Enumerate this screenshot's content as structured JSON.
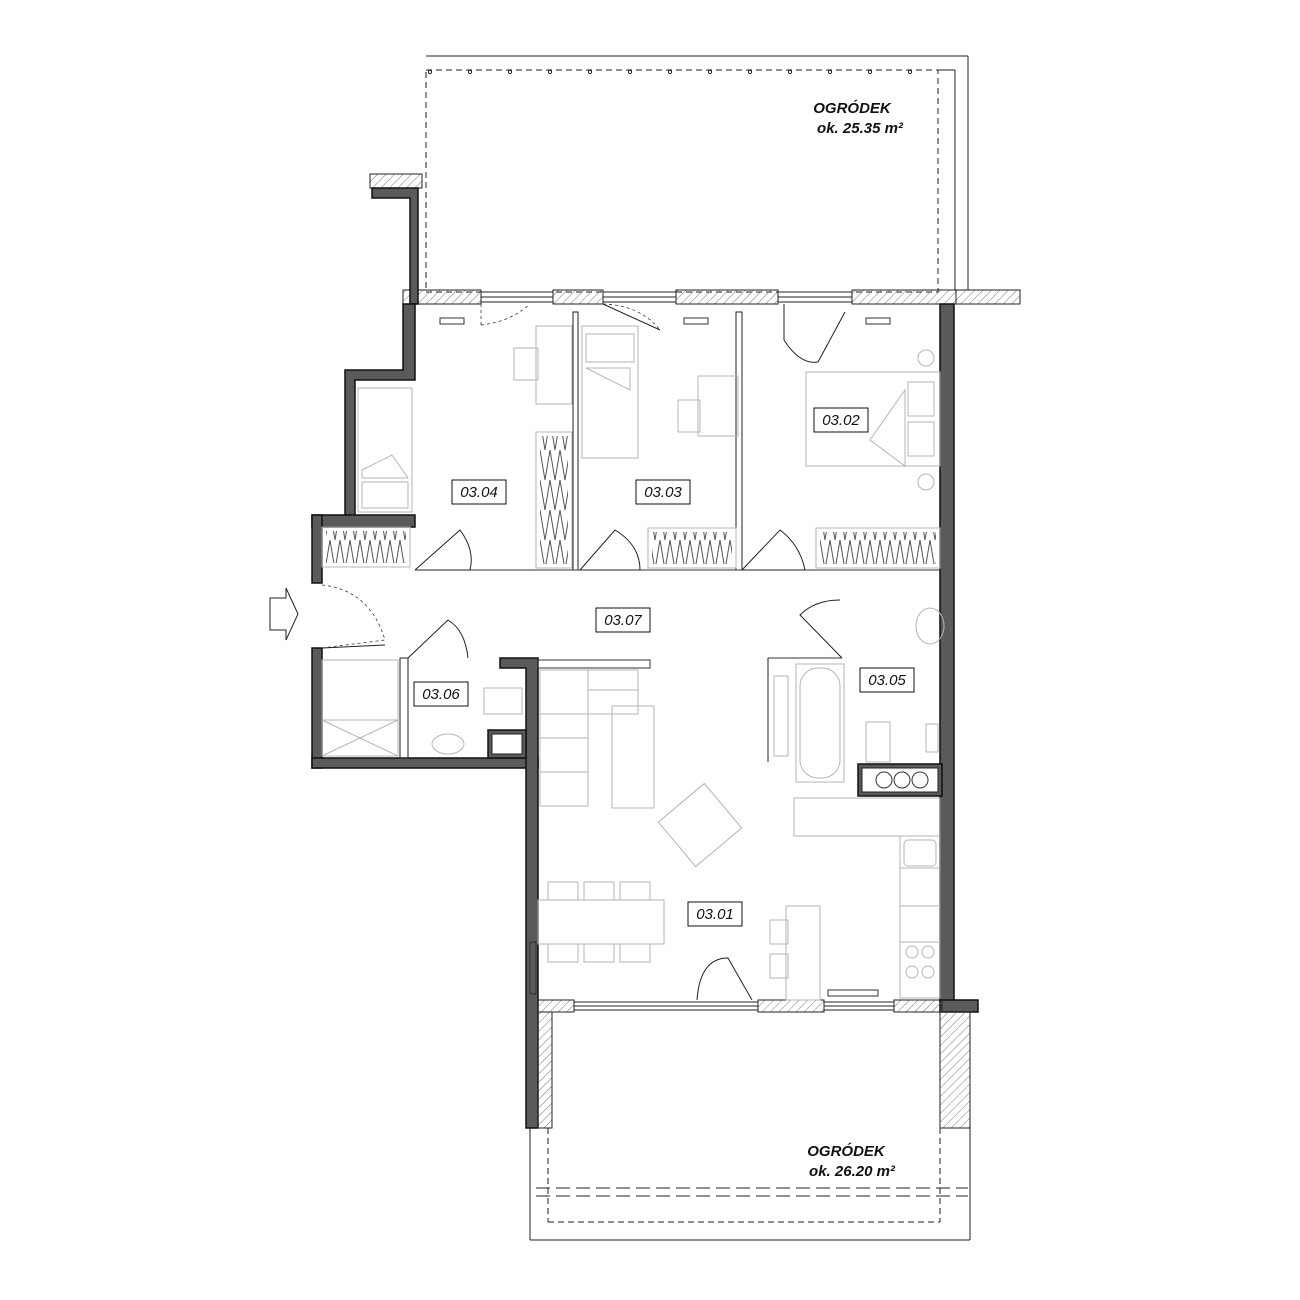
{
  "rooms": [
    {
      "id": "03.01"
    },
    {
      "id": "03.02"
    },
    {
      "id": "03.03"
    },
    {
      "id": "03.04"
    },
    {
      "id": "03.05"
    },
    {
      "id": "03.06"
    },
    {
      "id": "03.07"
    }
  ],
  "gardens": {
    "north": {
      "name": "OGRÓDEK",
      "area": "ok. 25.35 m²"
    },
    "south": {
      "name": "OGRÓDEK",
      "area": "ok. 26.20 m²"
    }
  },
  "colors": {
    "wall": "#5a5a5a",
    "furniture": "#b5b5b5",
    "line": "#222222"
  }
}
